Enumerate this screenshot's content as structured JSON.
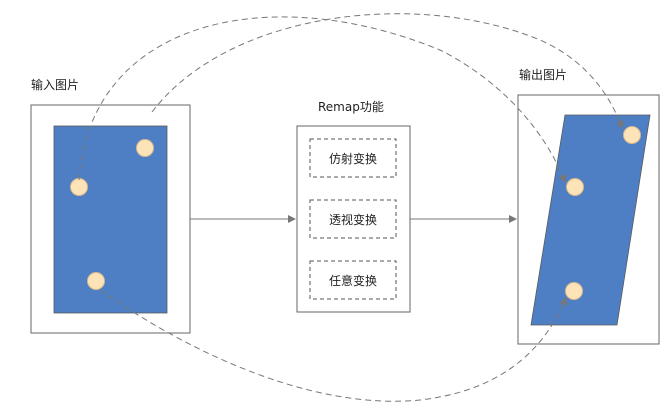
{
  "input": {
    "title": "输入图片"
  },
  "remap": {
    "title": "Remap功能",
    "options": [
      {
        "label": "仿射变换"
      },
      {
        "label": "透视变换"
      },
      {
        "label": "任意变换"
      }
    ]
  },
  "output": {
    "title": "输出图片"
  },
  "colors": {
    "image_fill": "#4e7fc4",
    "point_fill": "#fde3b8",
    "point_stroke": "#d9b98c",
    "box_stroke": "#666666",
    "arrow": "#777777"
  }
}
